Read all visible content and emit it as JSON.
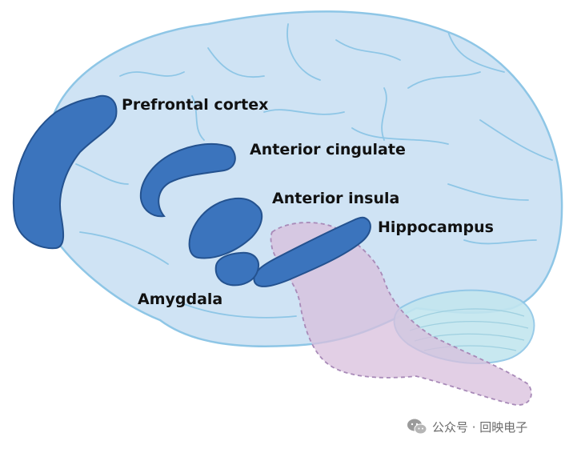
{
  "diagram": {
    "labels": {
      "prefrontal_cortex": "Prefrontal cortex",
      "anterior_cingulate": "Anterior cingulate",
      "anterior_insula": "Anterior insula",
      "hippocampus": "Hippocampus",
      "amygdala": "Amygdala"
    },
    "colors": {
      "brain_fill": "#cfe3f4",
      "brain_outline": "#8ec6e6",
      "gyri_lines": "#8ec6e6",
      "cerebellum_fill": "#c3e6ef",
      "brainstem_fill": "#d8bfdc",
      "brainstem_outline": "#a88ab8",
      "region_fill": "#3b74bd",
      "region_outline": "#24528f",
      "label_text": "#111111"
    }
  },
  "watermark": {
    "icon": "wechat-icon",
    "text": "公众号 · 回映电子"
  }
}
